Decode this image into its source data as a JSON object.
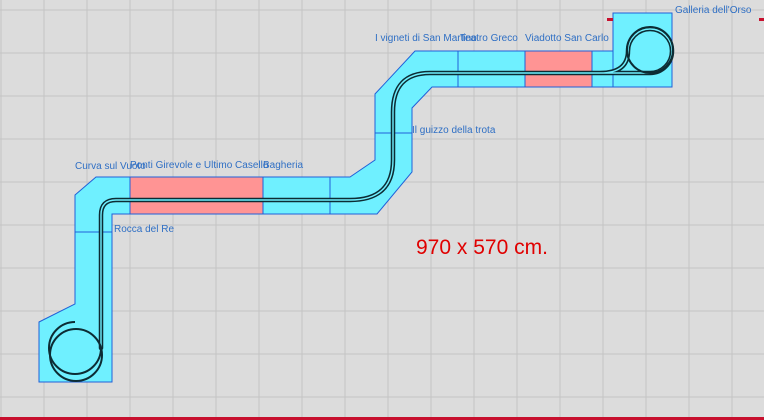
{
  "colors": {
    "background": "#dcdcdc",
    "grid": "#c4c4c4",
    "module_fill": "#6ff0ff",
    "module_stroke": "#2060d8",
    "bridge_fill": "#ff9494",
    "track": "#0c2c34",
    "label": "#2f6fc4",
    "dimension": "#e00000",
    "frame": "#c8102e"
  },
  "labels": {
    "galleria": "Galleria dell'Orso",
    "vigneti": "I vigneti di San Martino",
    "teatro": "Teatro Greco",
    "viadotto": "Viadotto San Carlo",
    "guizzo": "Il guizzo della trota",
    "curva": "Curva sul Vuoto",
    "ponti": "Ponti Girevole e Ultimo Casello",
    "bagheria": "Bagheria",
    "rocca": "Rocca del Re"
  },
  "dimension": "970 x 570 cm."
}
